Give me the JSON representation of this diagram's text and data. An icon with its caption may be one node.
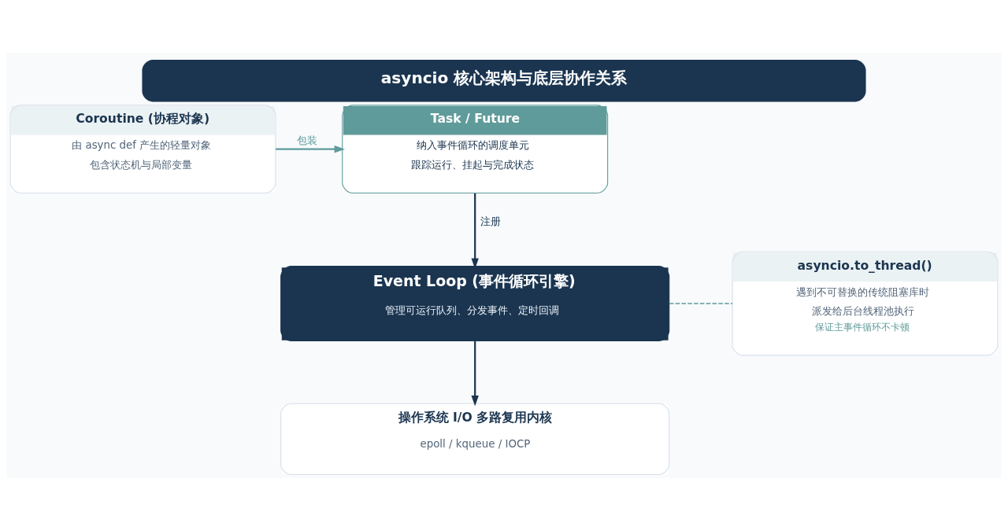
{
  "diagram": {
    "title": "asyncio 核心架构与底层协作关系",
    "nodes": [
      {
        "text": [
          "Coroutine (协程对象)",
          "由 async def 产生的轻量对象",
          "包含状态机与局部变量"
        ]
      },
      {
        "text": [
          "Task / Future",
          "纳入事件循环的调度单元",
          "跟踪运行、挂起与完成状态"
        ]
      },
      {
        "text": [
          "Event Loop (事件循环引擎)",
          "管理可运行队列、分发事件、定时回调"
        ]
      },
      {
        "text": [
          "asyncio.to_thread()",
          "遇到不可替换的传统阻塞库时",
          "派发给后台线程池执行",
          "保证主事件循环不卡顿"
        ]
      },
      {
        "text": [
          "操作系统 I/O 多路复用内核",
          "epoll / kqueue / IOCP"
        ]
      }
    ],
    "edges": [
      {
        "from": 0,
        "to": 1,
        "arrow": "to",
        "label": "包装",
        "color": "#5f9b9a"
      },
      {
        "from": 1,
        "to": 2,
        "arrow": "to",
        "label": "注册",
        "color": "#1b3550"
      },
      {
        "from": 2,
        "to": 3,
        "arrow": "none",
        "style": "dashed",
        "color": "#5f9b9a"
      },
      {
        "from": 2,
        "to": 4,
        "arrow": "to",
        "color": "#1b3550"
      }
    ]
  }
}
